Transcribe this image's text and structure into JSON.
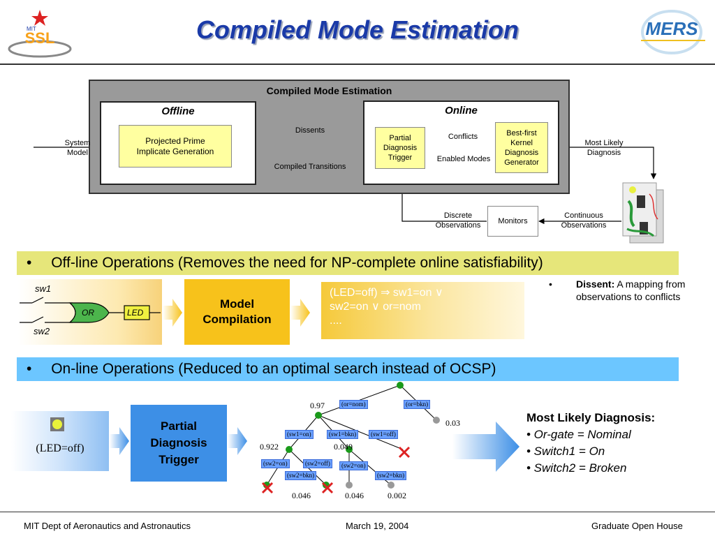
{
  "header": {
    "title": "Compiled Mode Estimation",
    "logo_left": "MIT SSL",
    "logo_right": "MERS"
  },
  "diagram": {
    "outer_title": "Compiled Mode Estimation",
    "offline_title": "Offline",
    "online_title": "Online",
    "system_model": "System\nModel",
    "prime_implicate": "Projected Prime\nImplicate Generation",
    "dissents": "Dissents",
    "compiled_transitions": "Compiled Transitions",
    "partial_trigger": "Partial\nDiagnosis\nTrigger",
    "conflicts": "Conflicts",
    "enabled_modes": "Enabled Modes",
    "kernel_gen": "Best-first\nKernel\nDiagnosis\nGenerator",
    "most_likely": "Most Likely\nDiagnosis",
    "discrete_obs": "Discrete\nObservations",
    "monitors": "Monitors",
    "continuous_obs": "Continuous\nObservations"
  },
  "offline_banner": {
    "bullet": "•",
    "text": "Off-line Operations (Removes the need for NP-complete online satisfiability)"
  },
  "offline_row": {
    "sw1": "sw1",
    "sw2": "sw2",
    "or": "OR",
    "led": "LED",
    "model_compilation": "Model\nCompilation",
    "formula_line1": "(LED=off) ⇒ sw1=on ∨",
    "formula_line2": "sw2=on ∨ or=nom",
    "formula_line3": "....",
    "dissent_bullet": "•",
    "dissent_term": "Dissent:",
    "dissent_def": " A mapping from observations to conflicts"
  },
  "online_banner": {
    "bullet": "•",
    "text": "On-line Operations (Reduced to an optimal search instead of OCSP)"
  },
  "online_row": {
    "led_off": "(LED=off)",
    "partial_trigger": "Partial\nDiagnosis\nTrigger",
    "tree": {
      "tags": [
        "(or=nom)",
        "(or=bkn)",
        "(sw1=on)",
        "(sw1=bkn)",
        "(sw1=off)",
        "(sw2=on)",
        "(sw2=off)",
        "(sw2=on)",
        "(sw2=bkn)",
        "(sw2=bkn)"
      ],
      "numbers": [
        "0.97",
        "0.03",
        "0.922",
        "0.049",
        "0.046",
        "0.046",
        "0.002"
      ]
    },
    "diag_title": "Most Likely Diagnosis:",
    "diag_items": [
      "• Or-gate = Nominal",
      "• Switch1 = On",
      "• Switch2 = Broken"
    ]
  },
  "footer": {
    "left": "MIT Dept of Aeronautics and Astronautics",
    "center": "March 19, 2004",
    "right": "Graduate Open House"
  },
  "colors": {
    "title": "#1a3aa8",
    "yellow_box": "#ffffa0",
    "offline_banner": "#e6e67a",
    "online_banner": "#6cc6ff",
    "trigger_blue": "#3d8fe6"
  }
}
